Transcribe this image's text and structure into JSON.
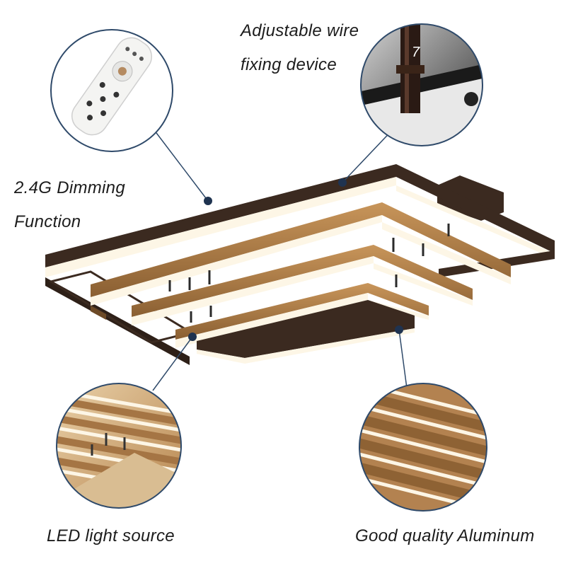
{
  "labels": {
    "wire_fixing_line1": "Adjustable wire",
    "wire_fixing_line2": "fixing device",
    "dimming_line1": "2.4G Dimming",
    "dimming_line2": "Function",
    "led_source": "LED light source",
    "aluminum": "Good quality Aluminum"
  },
  "colors": {
    "frame_dark": "#3b2a20",
    "led_glow": "#fdf6e6",
    "wood_tone": "#a87a44",
    "callout_line": "#2f4a6a",
    "callout_dot": "#1f3350",
    "circle_border": "#2f4a6a"
  }
}
